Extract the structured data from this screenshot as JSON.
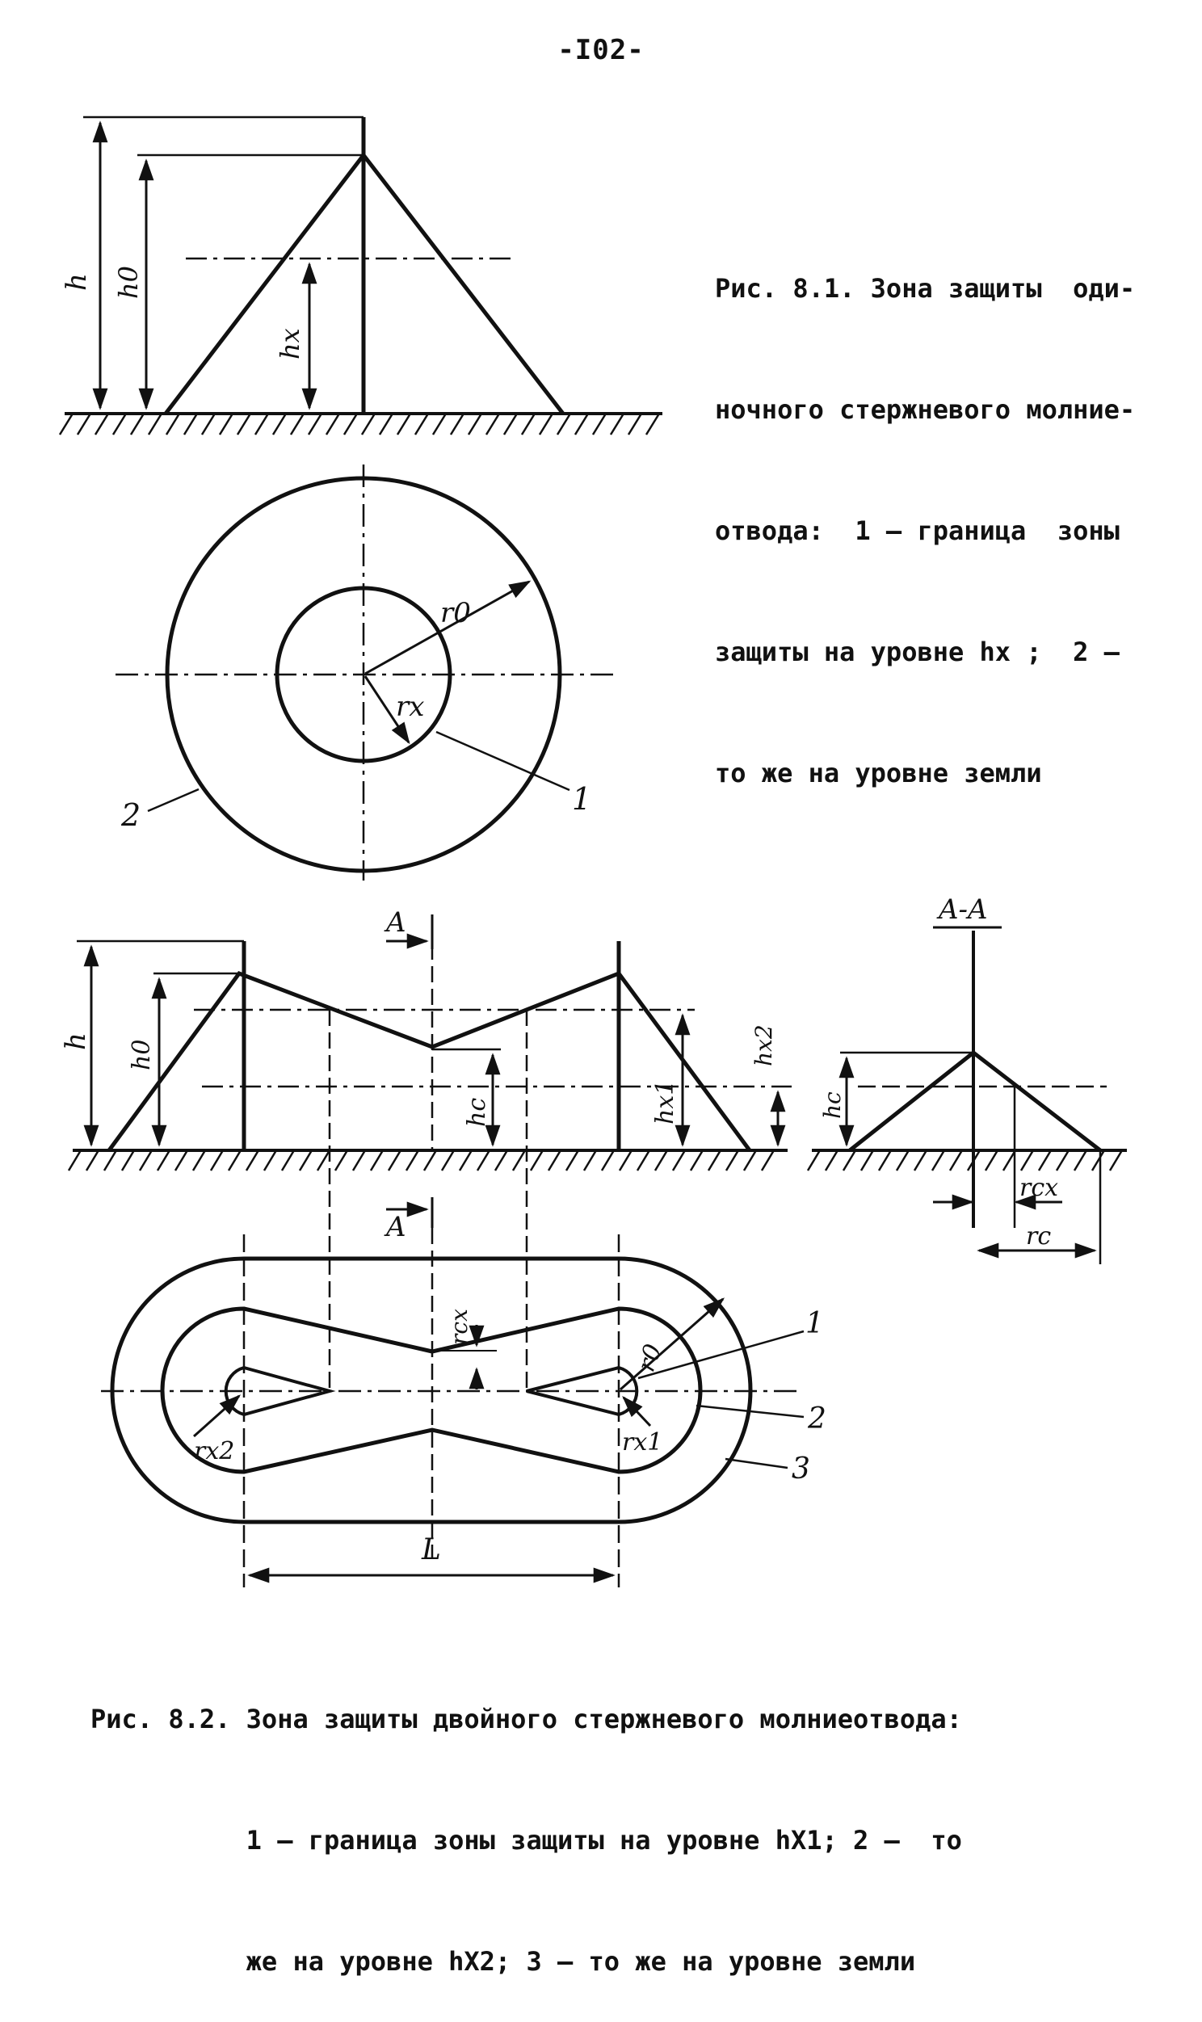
{
  "page_number": "-I02-",
  "figure1": {
    "caption_lines": [
      "Рис. 8.1. Зона защиты  оди-",
      "ночного стержневого молние-",
      "отвода:  1 – граница  зоны",
      "защиты на уровне hx ;  2 –",
      "то же на уровне земли"
    ],
    "labels": {
      "h": "h",
      "h0": "h0",
      "hx": "hx",
      "r0": "r0",
      "rx": "rx",
      "item1": "1",
      "item2": "2"
    }
  },
  "figure2": {
    "caption_lines": [
      "Рис. 8.2. Зона защиты двойного стержневого молниеотвода:",
      "          1 – граница зоны защиты на уровне hX1; 2 –  то",
      "          же на уровне hX2; 3 – то же на уровне земли"
    ],
    "labels": {
      "section_mark": "A",
      "section_title": "A-A",
      "h": "h",
      "h0": "h0",
      "hc": "hc",
      "hx1": "hx1",
      "hx2": "hx2",
      "rcx": "rcx",
      "rc": "rc",
      "r0": "r0",
      "rx1": "rx1",
      "rx2": "rx2",
      "L": "L",
      "item1": "1",
      "item2": "2",
      "item3": "3"
    }
  }
}
